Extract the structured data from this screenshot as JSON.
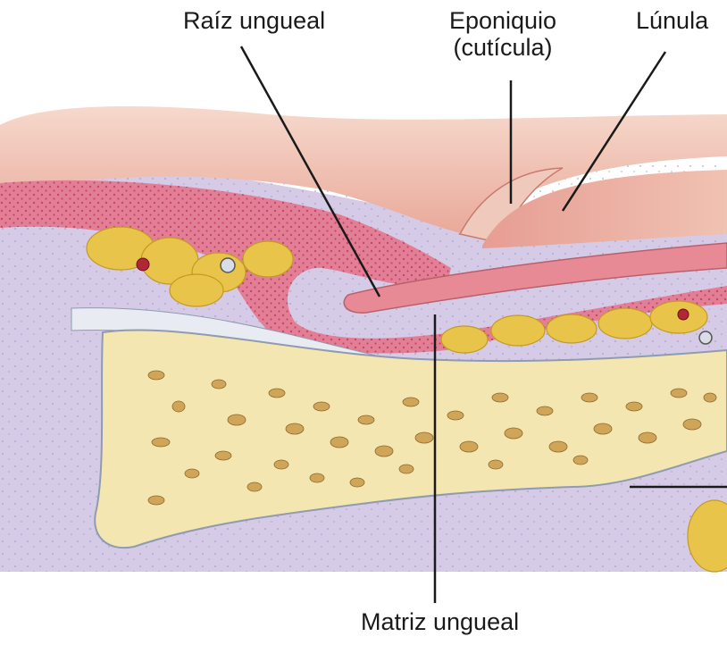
{
  "labels": {
    "nail_root": "Raíz ungueal",
    "eponychium_line1": "Eponiquio",
    "eponychium_line2": "(cutícula)",
    "lunula": "Lúnula",
    "nail_matrix": "Matriz ungueal"
  },
  "colors": {
    "background": "#ffffff",
    "skin": "#eec0b0",
    "skin_highlight": "#f6d9cc",
    "dermis": "#e07f95",
    "subcutaneous": "#d2c6e3",
    "fat": "#e8c44a",
    "bone": "#f3e6b0",
    "bone_spongy": "#c9a45c",
    "nail": "#e8b3a5",
    "leader_line": "#1a1a1a"
  }
}
